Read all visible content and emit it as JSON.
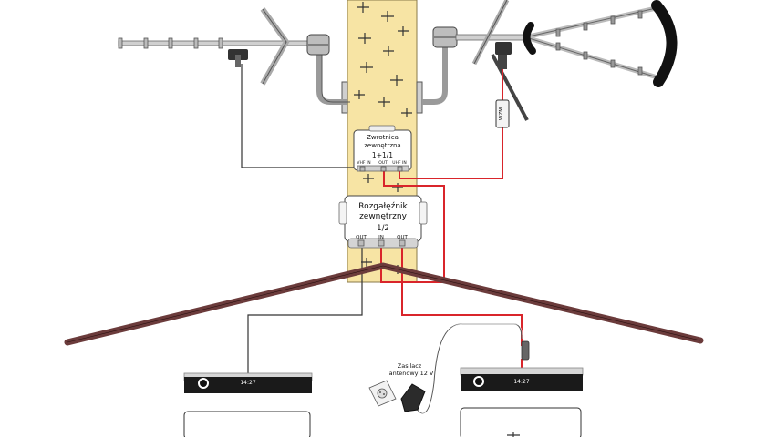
{
  "combiner": {
    "title_line1": "Zwrotnica",
    "title_line2": "zewnętrzna",
    "ratio": "1+1/1",
    "port_vhf": "VHF IN",
    "port_out": "OUT",
    "port_uhf": "UHF IN"
  },
  "splitter": {
    "title_line1": "Rozgałęźnik",
    "title_line2": "zewnętrzny",
    "ratio": "1/2",
    "port_out_left": "OUT",
    "port_in": "IN",
    "port_out_right": "OUT"
  },
  "amplifier": {
    "label": "WZM"
  },
  "power_supply": {
    "line1": "Zasilacz",
    "line2": "antenowy 12 V"
  },
  "receiver_left": {
    "clock": "14:27"
  },
  "receiver_right": {
    "clock": "14:27"
  },
  "colors": {
    "signal_cable": "#d9252b",
    "plain_cable": "#333333",
    "mast": "#f7e4a4",
    "roof": "#6b3b3b",
    "metal": "#9a9a9a"
  }
}
